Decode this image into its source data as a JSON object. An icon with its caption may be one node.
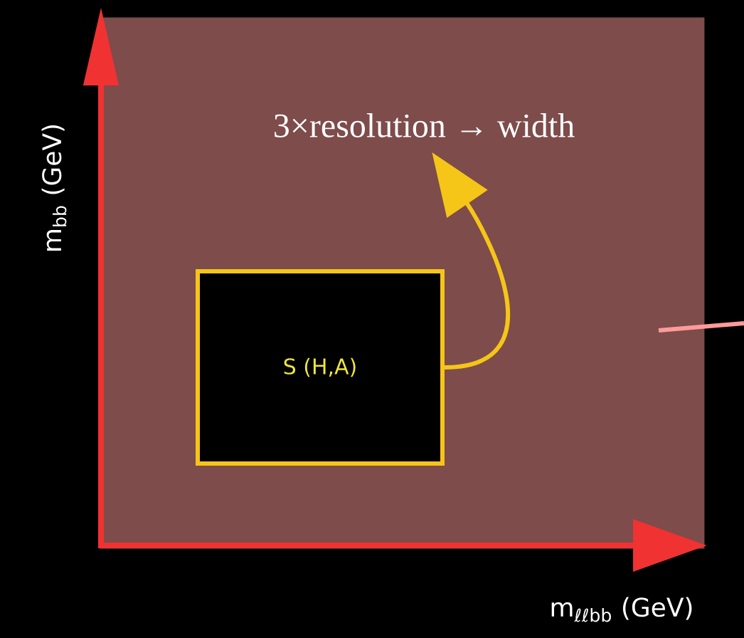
{
  "diagram": {
    "nodes": [
      {
        "text": [],
        "shape": "box"
      },
      {
        "text": [
          "S (H,A)"
        ],
        "in": 0
      },
      {
        "text": [
          "3×resolution → width"
        ],
        "in": 0
      }
    ],
    "edges": [
      {
        "from": 1,
        "to": 2,
        "arrow": "to",
        "color": "#f5c518"
      }
    ],
    "labels": [
      "m$_{bb}$ (GeV)",
      "m$_{ℓℓbb}$ (GeV)"
    ]
  }
}
